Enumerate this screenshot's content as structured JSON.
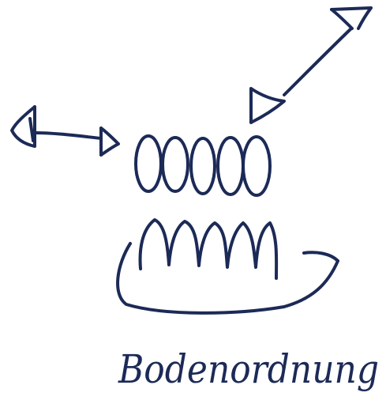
{
  "sketch": {
    "caption": "Bodenordnung",
    "ink_color": "#1c2a57",
    "background": "#ffffff",
    "elements": [
      "double-headed-arrow-horizontal",
      "double-headed-arrow-diagonal",
      "row-of-five-ovals",
      "row-of-arches",
      "curved-base-line"
    ]
  }
}
